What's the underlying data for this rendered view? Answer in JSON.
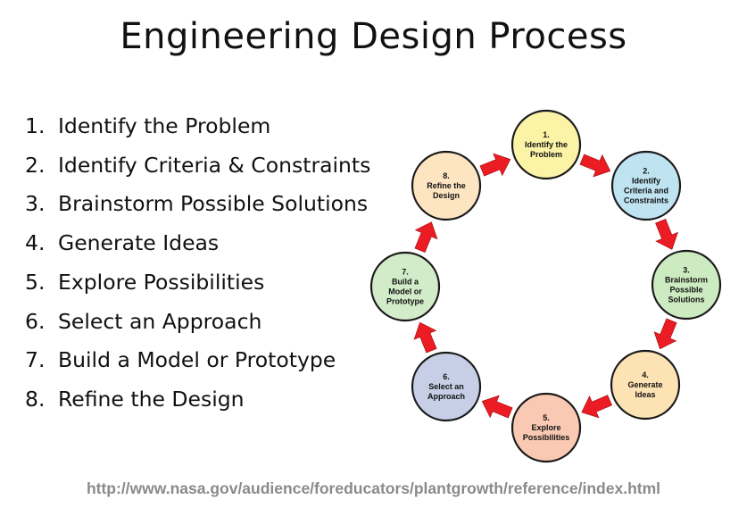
{
  "title": "Engineering Design Process",
  "steps": [
    {
      "num": "1.",
      "text": "Identify the Problem"
    },
    {
      "num": "2.",
      "text": "Identify Criteria & Constraints"
    },
    {
      "num": "3.",
      "text": "Brainstorm Possible Solutions"
    },
    {
      "num": "4.",
      "text": "Generate Ideas"
    },
    {
      "num": "5.",
      "text": "Explore Possibilities"
    },
    {
      "num": "6.",
      "text": "Select an Approach"
    },
    {
      "num": "7.",
      "text": "Build a Model or Prototype"
    },
    {
      "num": "8.",
      "text": "Refine the Design"
    }
  ],
  "cycle": {
    "nodes": [
      {
        "id": "identify-problem",
        "lines": [
          "1.",
          "Identify the",
          "Problem"
        ],
        "fill": "#fbf3a6"
      },
      {
        "id": "identify-criteria",
        "lines": [
          "2.",
          "Identify",
          "Criteria and",
          "Constraints"
        ],
        "fill": "#bfe3f1"
      },
      {
        "id": "brainstorm",
        "lines": [
          "3.",
          "Brainstorm",
          "Possible",
          "Solutions"
        ],
        "fill": "#cdebc0"
      },
      {
        "id": "generate-ideas",
        "lines": [
          "4.",
          "Generate",
          "Ideas"
        ],
        "fill": "#fde2b3"
      },
      {
        "id": "explore-possibilities",
        "lines": [
          "5.",
          "Explore",
          "Possibilities"
        ],
        "fill": "#f9c9b3"
      },
      {
        "id": "select-approach",
        "lines": [
          "6.",
          "Select an",
          "Approach"
        ],
        "fill": "#c6cfe6"
      },
      {
        "id": "build-model",
        "lines": [
          "7.",
          "Build a",
          "Model or",
          "Prototype"
        ],
        "fill": "#d2ecc9"
      },
      {
        "id": "refine-design",
        "lines": [
          "8.",
          "Refine the",
          "Design"
        ],
        "fill": "#fde5c2"
      }
    ],
    "arrow_color": "#ec1c24"
  },
  "source_url": "http://www.nasa.gov/audience/foreducators/plantgrowth/reference/index.html"
}
